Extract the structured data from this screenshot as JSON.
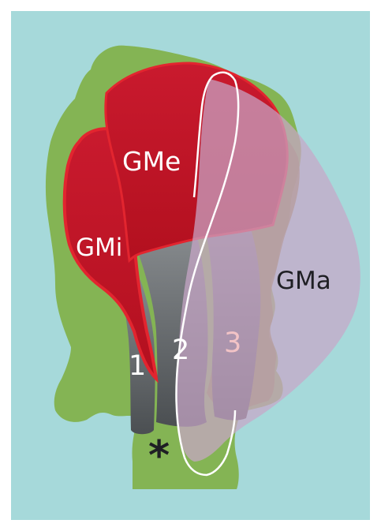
{
  "labels": {
    "gme": "GMe",
    "gmi": "GMi",
    "gma": "GMa",
    "one": "1",
    "two": "2",
    "three": "3",
    "asterisk": "*"
  },
  "colors": {
    "background": "#a6d9da",
    "bone": "#84b454",
    "bone_shadow": "#6f9b45",
    "gluteus": "#c4152a",
    "gluteus_dark": "#a50f22",
    "gluteus_edge": "#e2252f",
    "tendon": "#5e6266",
    "tendon_light": "#7f8386",
    "overlay": "#c8a6c8",
    "outline": "#ffffff",
    "label_white": "#ffffff",
    "label_dark": "#1f1f24",
    "label_pink": "#f2c3c6"
  }
}
